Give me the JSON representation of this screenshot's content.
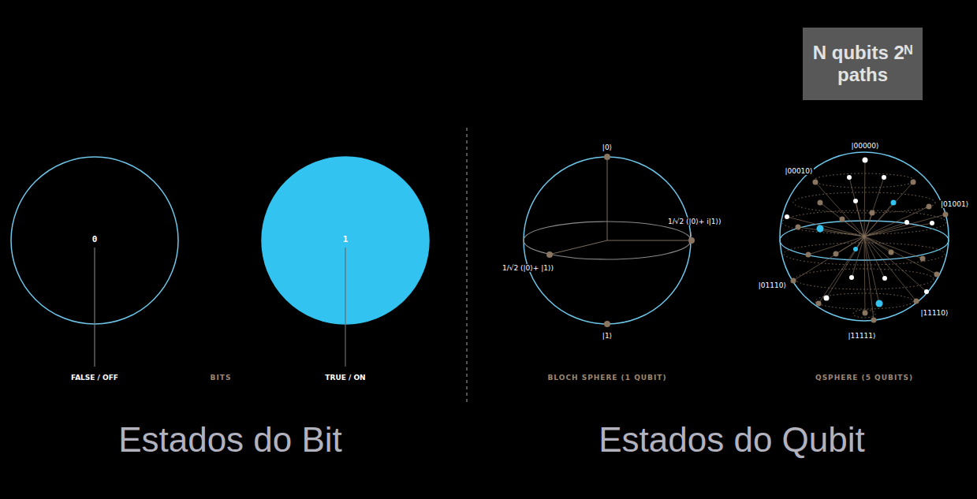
{
  "diagram": {
    "nodes": [
      {
        "text": [
          "N qubits 2ᴺ paths"
        ]
      },
      {
        "text": [
          "0"
        ]
      },
      {
        "text": [
          "1"
        ]
      }
    ],
    "labels": [
      "FALSE / OFF",
      "BITS",
      "TRUE / ON",
      "|0⟩",
      "1/√2 (|0⟩+ i|1⟩)",
      "1/√2 (|0⟩+ |1⟩)",
      "|1⟩",
      "BLOCH SPHERE (1 QUBIT)",
      "|00000⟩",
      "|00010⟩",
      "|01001⟩",
      "|01110⟩",
      "|11110⟩",
      "|11111⟩",
      "QSPHERE (5 QUBITS)",
      "Estados do Bit",
      "Estados do Qubit"
    ]
  }
}
